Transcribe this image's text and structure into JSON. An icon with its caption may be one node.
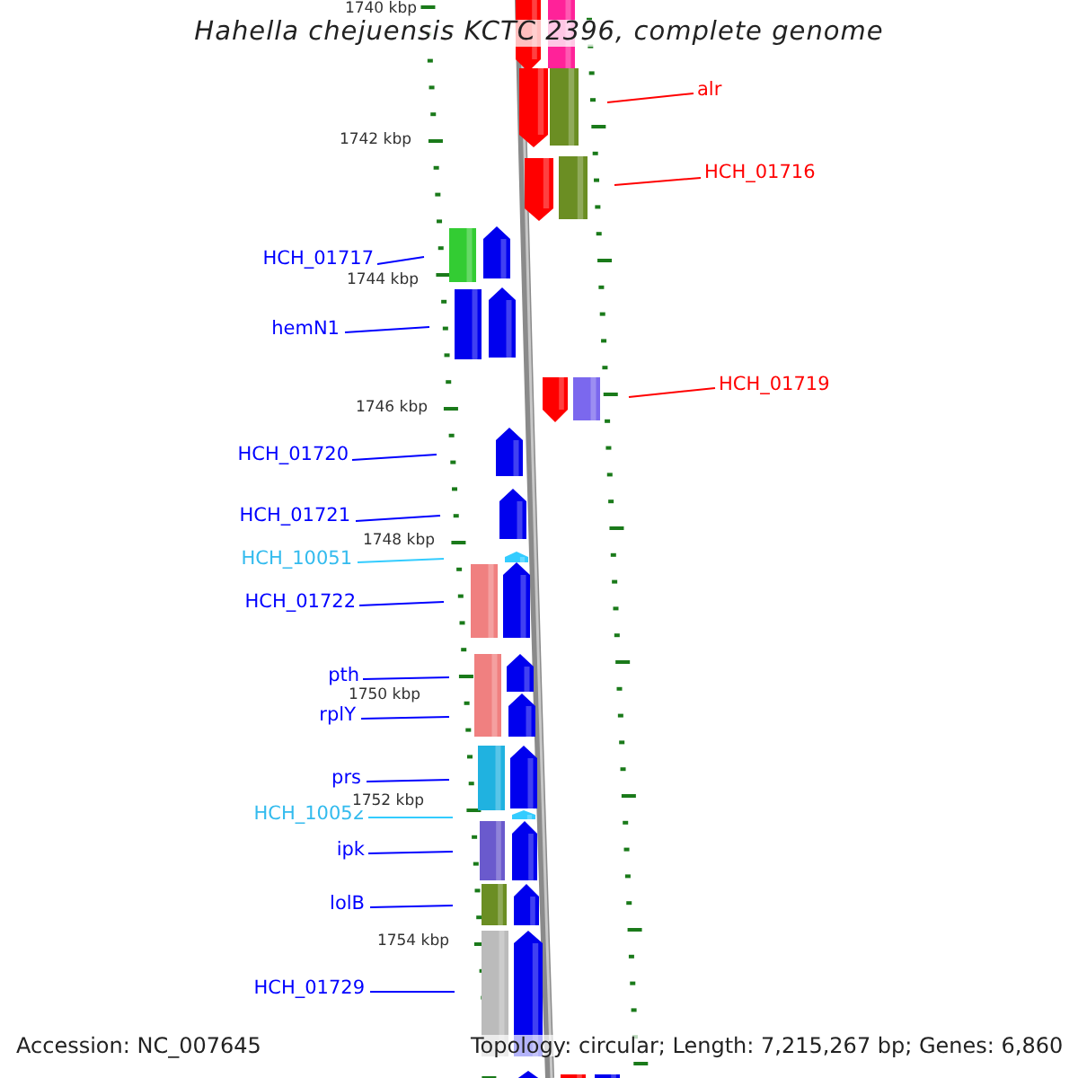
{
  "diagram": {
    "title": "Hahella chejuensis KCTC 2396, complete genome",
    "nodes": [
      {
        "text": [
          "alr"
        ]
      },
      {
        "text": [
          "HCH_01716"
        ]
      },
      {
        "text": [
          "HCH_01717"
        ]
      },
      {
        "text": [
          "hemN1"
        ]
      },
      {
        "text": [
          "HCH_01719"
        ]
      },
      {
        "text": [
          "HCH_01720"
        ]
      },
      {
        "text": [
          "HCH_01721"
        ]
      },
      {
        "text": [
          "HCH_10051"
        ]
      },
      {
        "text": [
          "HCH_01722"
        ]
      },
      {
        "text": [
          "pth"
        ]
      },
      {
        "text": [
          "rplY"
        ]
      },
      {
        "text": [
          "prs"
        ]
      },
      {
        "text": [
          "HCH_10052"
        ]
      },
      {
        "text": [
          "ipk"
        ]
      },
      {
        "text": [
          "lolB"
        ]
      },
      {
        "text": [
          "HCH_01729"
        ]
      }
    ],
    "edges": [
      {
        "from": 0,
        "to": null,
        "arrow": "none",
        "color": "#ff0000"
      },
      {
        "from": 1,
        "to": null,
        "arrow": "none",
        "color": "#ff0000"
      },
      {
        "from": 2,
        "to": null,
        "arrow": "none"
      },
      {
        "from": 3,
        "to": null,
        "arrow": "none"
      },
      {
        "from": 4,
        "to": null,
        "arrow": "none",
        "color": "#ff0000"
      },
      {
        "from": 5,
        "to": null,
        "arrow": "none"
      },
      {
        "from": 6,
        "to": null,
        "arrow": "none"
      },
      {
        "from": 7,
        "to": null,
        "arrow": "none",
        "color": "#33ccff"
      },
      {
        "from": 8,
        "to": null,
        "arrow": "none"
      },
      {
        "from": 9,
        "to": null,
        "arrow": "none"
      },
      {
        "from": 10,
        "to": null,
        "arrow": "none"
      },
      {
        "from": 11,
        "to": null,
        "arrow": "none"
      },
      {
        "from": 12,
        "to": null,
        "arrow": "none",
        "color": "#33ccff"
      },
      {
        "from": 13,
        "to": null,
        "arrow": "none"
      },
      {
        "from": 14,
        "to": null,
        "arrow": "none"
      },
      {
        "from": 15,
        "to": null,
        "arrow": "none"
      }
    ],
    "labels": [
      "1740 kbp",
      "1742 kbp",
      "1744 kbp",
      "1746 kbp",
      "1748 kbp",
      "1750 kbp",
      "1752 kbp",
      "1754 kbp",
      "Accession: NC_007645",
      "Topology: circular; Length: 7,215,267 bp; Genes: 6,860"
    ]
  }
}
